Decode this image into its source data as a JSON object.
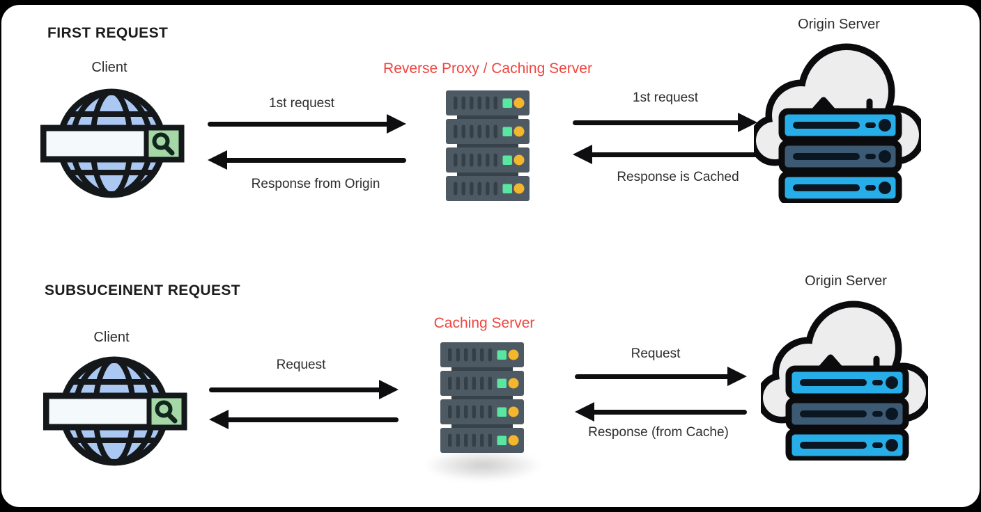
{
  "colors": {
    "frame_background": "#000000",
    "card_background": "#ffffff",
    "accent_red": "#f0453f",
    "text_dark": "#1c1c1e",
    "label_gray": "#2d2d2f",
    "arrow_black": "#0e0e10",
    "rack_body": "#4e5a63",
    "rack_slot": "#353f47",
    "led_green": "#58e6a1",
    "led_yellow": "#f4b62c",
    "globe_blue": "#abc8f2",
    "search_green": "#a6d8a7",
    "cloud_gray": "#ededed",
    "bar_blue": "#27aee9",
    "bar_steel": "#3d5a74"
  },
  "icons": {
    "client": "globe-search-icon",
    "proxy": "server-rack-icon",
    "origin": "cloud-servers-icon"
  },
  "sections": [
    {
      "title": "FIRST REQUEST",
      "client_label": "Client",
      "proxy_label": "Reverse Proxy / Caching Server",
      "origin_label": "Origin Server",
      "client_to_proxy": {
        "request_label": "1st request",
        "response_label": "Response from Origin"
      },
      "proxy_to_origin": {
        "request_label": "1st request",
        "response_label": "Response is Cached"
      }
    },
    {
      "title": "SUBSUCEINENT REQUEST",
      "client_label": "Client",
      "proxy_label": "Caching Server",
      "origin_label": "Origin Server",
      "client_to_proxy": {
        "request_label": "Request",
        "response_label": ""
      },
      "proxy_to_origin": {
        "request_label": "Request",
        "response_label": "Response (from Cache)"
      }
    }
  ]
}
